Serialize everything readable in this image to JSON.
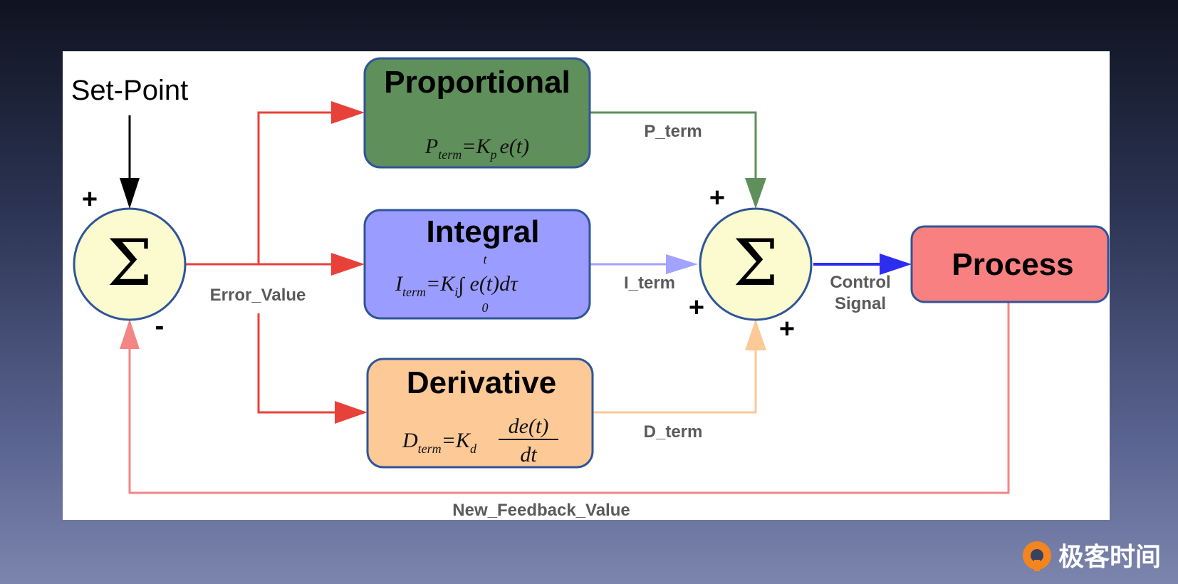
{
  "labels": {
    "set_point": "Set-Point",
    "error_value": "Error_Value",
    "p_term": "P_term",
    "i_term": "I_term",
    "d_term": "D_term",
    "control_signal_1": "Control",
    "control_signal_2": "Signal",
    "feedback": "New_Feedback_Value"
  },
  "sum_symbol": "Σ",
  "signs": {
    "left_plus": "+",
    "left_minus": "-",
    "right_plus_top": "+",
    "right_plus_left": "+",
    "right_plus_bottom": "+"
  },
  "blocks": {
    "proportional": {
      "title": "Proportional",
      "color": "#5f8f5b"
    },
    "integral": {
      "title": "Integral",
      "color": "#9b9cff"
    },
    "derivative": {
      "title": "Derivative",
      "color": "#fcc997"
    },
    "process": {
      "title": "Process",
      "color": "#f98080"
    }
  },
  "equations": {
    "p": {
      "lhs": "P",
      "lhs_sub": "term",
      "eq": "=K",
      "k_sub": "p",
      "rhs": "e(t)"
    },
    "i": {
      "lhs": "I",
      "lhs_sub": "term",
      "eq": "=K",
      "k_sub": "i",
      "upper": "t",
      "lower": "0",
      "integral": "∫",
      "rhs": "e(t)dτ"
    },
    "d": {
      "lhs": "D",
      "lhs_sub": "term",
      "eq": "=K",
      "k_sub": "d",
      "num": "de(t)",
      "den": "dt"
    }
  },
  "logo": {
    "text": "极客时间",
    "color": "#f2851f"
  },
  "colors": {
    "error_arrow": "#e8413a",
    "p_arrow": "#5f8f5b",
    "i_arrow": "#a2a3ff",
    "d_arrow": "#fcc997",
    "control_arrow": "#2d2df0",
    "feedback_arrow": "#f38585",
    "setpoint_arrow": "#000000",
    "sum_fill": "#fbfbcf",
    "border": "#2f5598"
  }
}
